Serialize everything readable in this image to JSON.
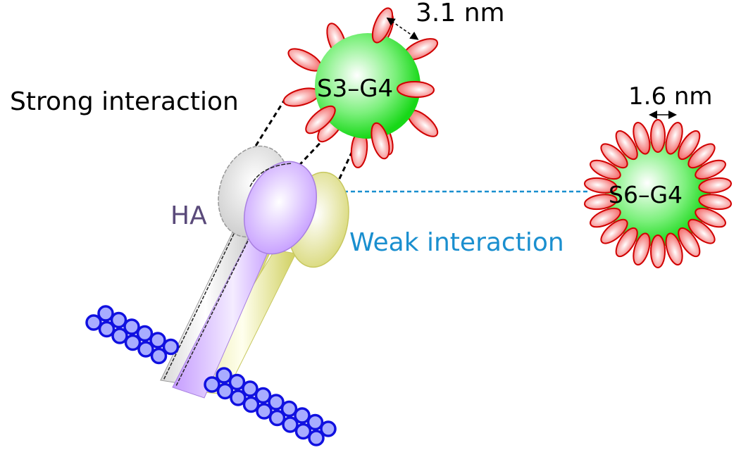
{
  "labels": {
    "strong": "Strong interaction",
    "weak": "Weak interaction",
    "ha": "HA",
    "s3g4": "S3–G4",
    "s6g4": "S6–G4",
    "dist_s3": "3.1 nm",
    "dist_s6": "1.6 nm"
  },
  "colors": {
    "core": "#22e022",
    "petal": "#ff8a8a",
    "petal_stroke": "#d00000",
    "weak_line": "#1a8fcf",
    "weak_text": "#1a8fcf",
    "ha_text": "#5a4a7a",
    "lipid": "#a8acff",
    "lipid_stroke": "#1010e0",
    "ha_grey": "#e6e6e6",
    "ha_purple": "#d6b8ff",
    "ha_yellow": "#eeeeaa"
  }
}
